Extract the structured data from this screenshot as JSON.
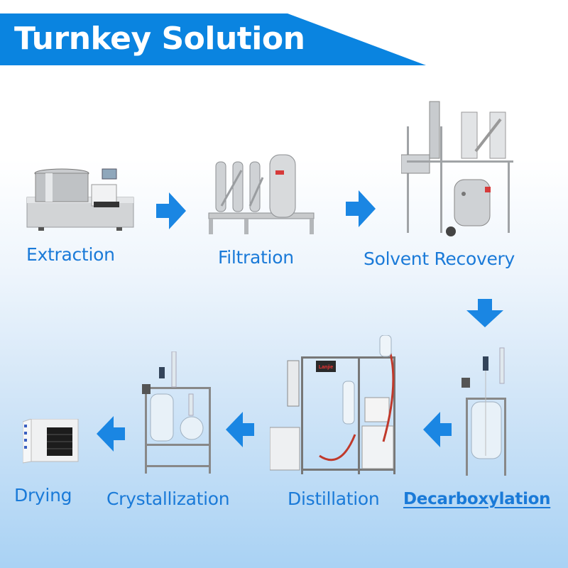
{
  "banner": {
    "title": "Turnkey Solution",
    "color": "#0a84e0"
  },
  "accent_color": "#1a7ad8",
  "arrow_color": "#1a86e3",
  "steps": [
    {
      "label": "Extraction",
      "icon": "centrifuge-extractor-icon"
    },
    {
      "label": "Filtration",
      "icon": "filter-housings-icon"
    },
    {
      "label": "Solvent Recovery",
      "icon": "evaporator-system-icon"
    },
    {
      "label": "Decarboxylation",
      "icon": "glass-reactor-icon",
      "emphasized": true
    },
    {
      "label": "Distillation",
      "icon": "short-path-distillation-icon"
    },
    {
      "label": "Crystallization",
      "icon": "crystallization-reactor-icon"
    },
    {
      "label": "Drying",
      "icon": "vacuum-oven-icon"
    }
  ],
  "arrows": [
    {
      "direction": "right",
      "from": "Extraction",
      "to": "Filtration"
    },
    {
      "direction": "right",
      "from": "Filtration",
      "to": "Solvent Recovery"
    },
    {
      "direction": "down",
      "from": "Solvent Recovery",
      "to": "Decarboxylation"
    },
    {
      "direction": "left",
      "from": "Decarboxylation",
      "to": "Distillation"
    },
    {
      "direction": "left",
      "from": "Distillation",
      "to": "Crystallization"
    },
    {
      "direction": "left",
      "from": "Crystallization",
      "to": "Drying"
    }
  ],
  "machine_brand_tag": "Lanjie"
}
